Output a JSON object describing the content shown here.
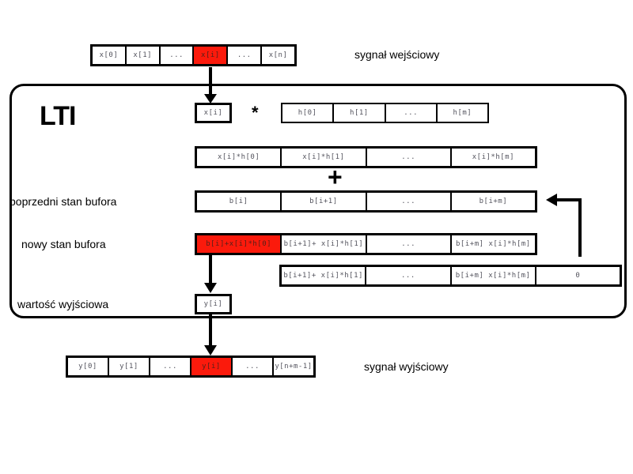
{
  "labels": {
    "system": "LTI",
    "input_signal": "sygnał wejściowy",
    "output_signal": "sygnał wyjściowy",
    "prev_buffer": "poprzedni stan bufora",
    "new_buffer": "nowy stan bufora",
    "output_value": "wartość wyjściowa"
  },
  "operators": {
    "convolution": "*",
    "sum": "+"
  },
  "colors": {
    "highlight": "#fb1a0c",
    "border": "#000000",
    "cell_text": "#54545e"
  },
  "rows": {
    "input": {
      "cells": [
        "x[0]",
        "x[1]",
        "...",
        "x[i]",
        "...",
        "x[n]"
      ],
      "highlight_index": 3
    },
    "current_sample": "x[i]",
    "impulse_response": {
      "cells": [
        "h[0]",
        "h[1]",
        "...",
        "h[m]"
      ]
    },
    "products": {
      "cells": [
        "x[i]*h[0]",
        "x[i]*h[1]",
        "...",
        "x[i]*h[m]"
      ]
    },
    "prev_buffer": {
      "cells": [
        "b[i]",
        "b[i+1]",
        "...",
        "b[i+m]"
      ]
    },
    "new_buffer": {
      "cells": [
        "b[i]+x[i]*h[0]",
        "b[i+1]+ x[i]*h[1]",
        "...",
        "b[i+m] x[i]*h[m]"
      ],
      "highlight_index": 0
    },
    "shifted_buffer": {
      "cells": [
        "b[i+1]+ x[i]*h[1]",
        "...",
        "b[i+m] x[i]*h[m]",
        "0"
      ]
    },
    "output_value": "y[i]",
    "output": {
      "cells": [
        "y[0]",
        "y[1]",
        "...",
        "y[i]",
        "...",
        "y[n+m-1]"
      ],
      "highlight_index": 3
    }
  }
}
